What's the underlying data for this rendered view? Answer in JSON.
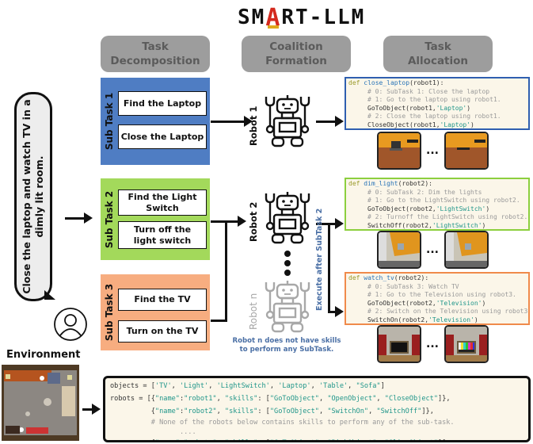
{
  "title": {
    "left": "SM",
    "mid": "A",
    "right": "RT-LLM"
  },
  "stages": [
    {
      "line1": "Task",
      "line2": "Decomposition"
    },
    {
      "line1": "Coalition",
      "line2": "Formation"
    },
    {
      "line1": "Task",
      "line2": "Allocation"
    }
  ],
  "prompt": {
    "text": "Close the laptop and watch TV in a dimly lit room."
  },
  "subtasks": [
    {
      "label": "Sub Task 1",
      "color": "#4f7dc3",
      "steps": [
        "Find the Laptop",
        "Close the Laptop"
      ]
    },
    {
      "label": "Sub Task 2",
      "color": "#a3d95b",
      "steps": [
        "Find the Light Switch",
        "Turn off the light switch"
      ]
    },
    {
      "label": "Sub Task 3",
      "color": "#f7ad80",
      "steps": [
        "Find the TV",
        "Turn on the TV"
      ]
    }
  ],
  "robots": [
    {
      "label": "Robot 1",
      "active": true
    },
    {
      "label": "Robot 2",
      "active": true
    },
    {
      "label": "Robot n",
      "active": false
    }
  ],
  "robot_n_note": "Robot n does not have skills to perform any SubTask.",
  "execute_note": "Execute after SubTask 2",
  "code_blocks": [
    {
      "border_color": "#2f5fb0",
      "def": "def",
      "fname": "close_laptop",
      "args": "(robot1):",
      "lines": [
        {
          "type": "comment",
          "text": "# 0: SubTask 1: Close the laptop"
        },
        {
          "type": "comment",
          "text": "# 1: Go to the laptop using robot1."
        },
        {
          "type": "call",
          "fn": "GoToObject",
          "robot": "robot1",
          "arg": "'Laptop'"
        },
        {
          "type": "comment",
          "text": "# 2: Close the laptop using robot1."
        },
        {
          "type": "call",
          "fn": "CloseObject",
          "robot": "robot1",
          "arg": "'Laptop'"
        }
      ],
      "thumb_kind": "laptop"
    },
    {
      "border_color": "#8ccf3e",
      "def": "def",
      "fname": "dim_light",
      "args": "(robot2):",
      "lines": [
        {
          "type": "comment",
          "text": "# 0: SubTask 2: Dim the lights"
        },
        {
          "type": "comment",
          "text": "# 1: Go to the LightSwitch using robot2."
        },
        {
          "type": "call",
          "fn": "GoToObject",
          "robot": "robot2",
          "arg": "'LightSwitch'"
        },
        {
          "type": "comment",
          "text": "# 2: Turnoff the LightSwitch using robot2."
        },
        {
          "type": "call",
          "fn": "SwitchOff",
          "robot": "robot2",
          "arg": "'LightSwitch'"
        }
      ],
      "thumb_kind": "switch"
    },
    {
      "border_color": "#f08a4b",
      "def": "def",
      "fname": "watch_tv",
      "args": "(robot2):",
      "lines": [
        {
          "type": "comment",
          "text": "# 0: SubTask 3: Watch TV"
        },
        {
          "type": "comment",
          "text": "# 1: Go to the Television using robot3."
        },
        {
          "type": "call",
          "fn": "GoToObject",
          "robot": "robot2",
          "arg": "'Television'"
        },
        {
          "type": "comment",
          "text": "# 2: Switch on the Television using robot3."
        },
        {
          "type": "call",
          "fn": "SwitchOn",
          "robot": "robot2",
          "arg": "'Television'"
        }
      ],
      "thumb_kind": "tv"
    }
  ],
  "ellipsis": "...",
  "environment": {
    "label": "Environment",
    "code_lines": [
      "objects = ['TV', 'Light', 'LightSwitch', 'Laptop', 'Table', \"Sofa\"]",
      "robots = [{\"name\":\"robot1\", \"skills\": [\"GoToObject\", \"OpenObject\", \"CloseObject\"]},",
      "          {\"name\":\"robot2\", \"skills\": [\"GoToObject\", \"SwitchOn\", \"SwitchOff\"]},",
      "          # None of the robots below contains skills to perform any of the sub-task.",
      "                 ....",
      "          {\"name\":\"robotn\", \"skills\": [\"GoToObject\", \"PickObject\", \"SliceObject\"]]"
    ]
  },
  "colors": {
    "stage_bg": "#9d9d9d",
    "note_blue": "#4a6fa5",
    "robot_inactive": "#a8a8a8"
  }
}
